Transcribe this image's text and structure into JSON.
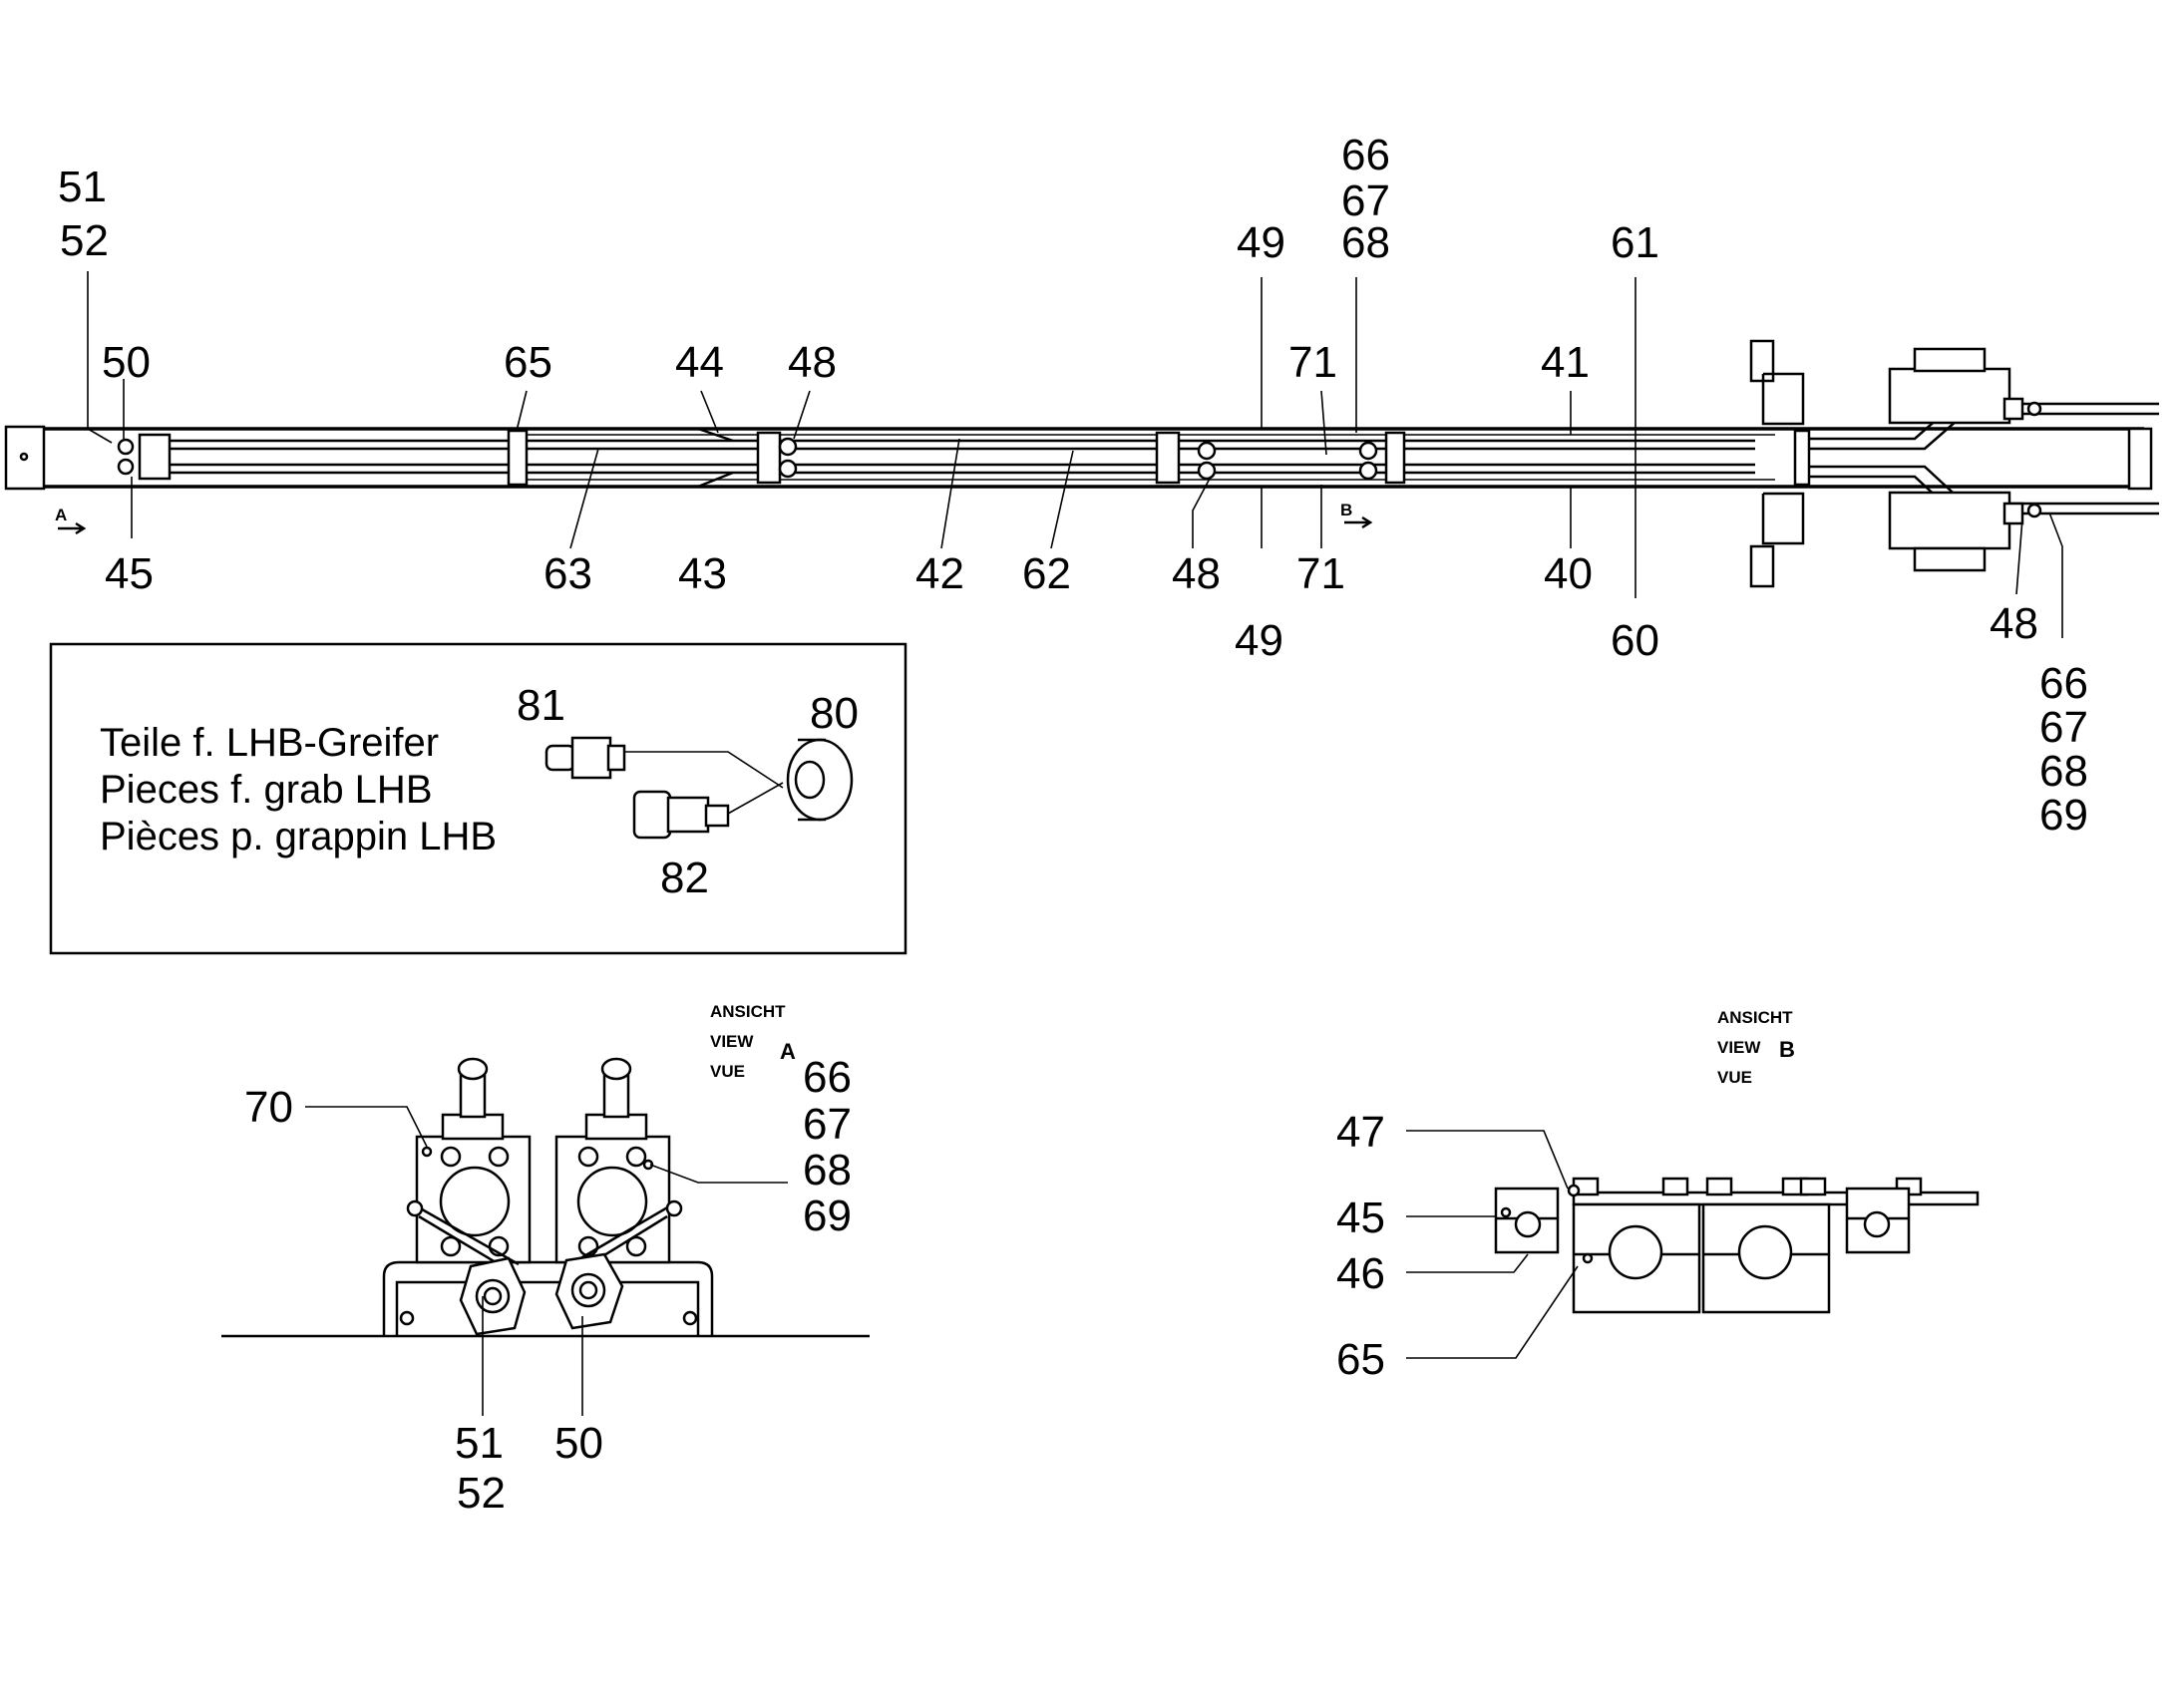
{
  "callouts_top": {
    "n51": "51",
    "n52": "52",
    "n50": "50",
    "n45": "45",
    "n65": "65",
    "n63": "63",
    "n44": "44",
    "n43": "43",
    "n48a": "48",
    "n42": "42",
    "n62": "62",
    "n48b": "48",
    "n49a": "49",
    "n49b": "49",
    "n71a": "71",
    "n71b": "71",
    "n66a": "66",
    "n67a": "67",
    "n68a": "68",
    "n61": "61",
    "n41": "41",
    "n40": "40",
    "n60": "60",
    "n48c": "48",
    "n66b": "66",
    "n67b": "67",
    "n68b": "68",
    "n69b": "69"
  },
  "view_arrows": {
    "a": "A",
    "b": "B"
  },
  "parts_box": {
    "line1": "Teile f. LHB-Greifer",
    "line2": "Pieces f. grab LHB",
    "line3": "Pièces p. grappin LHB",
    "n81": "81",
    "n80": "80",
    "n82": "82"
  },
  "view_a": {
    "ansicht": "ANSICHT",
    "view": "VIEW",
    "vue": "VUE",
    "letter": "A",
    "n70": "70",
    "n66": "66",
    "n67": "67",
    "n68": "68",
    "n69": "69",
    "n51": "51",
    "n52": "52",
    "n50": "50"
  },
  "view_b": {
    "ansicht": "ANSICHT",
    "view": "VIEW",
    "vue": "VUE",
    "letter": "B",
    "n47": "47",
    "n45": "45",
    "n46": "46",
    "n65": "65"
  }
}
